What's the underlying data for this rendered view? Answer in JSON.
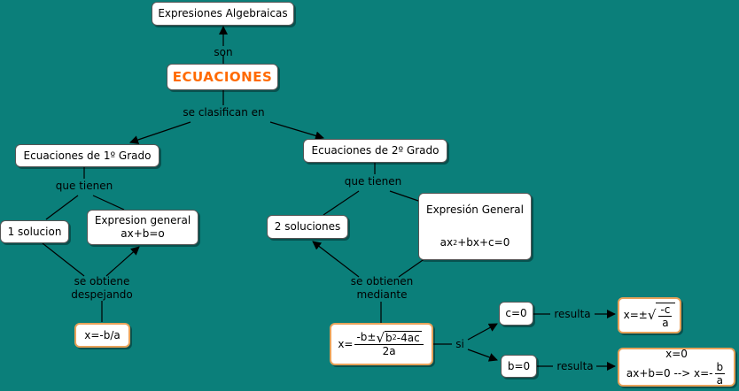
{
  "nodes": {
    "expresiones": "Expresiones Algebraicas",
    "ecuaciones": "ECUACIONES",
    "grado1": "Ecuaciones de 1º Grado",
    "grado2": "Ecuaciones de 2º Grado",
    "una_solucion": "1 solucion",
    "exp_general1_line1": "Expresion general",
    "exp_general1_line2": "ax+b=o",
    "dos_soluciones": "2 soluciones",
    "exp_general2_line1": "Expresión General",
    "exp_general2_line2_a": "ax",
    "exp_general2_line2_sup": "2",
    "exp_general2_line2_b": "+bx+c=0",
    "sol1": "x=-b/a",
    "formula_prefix": "x=",
    "formula_num_a": "-b±",
    "formula_radicand_a": "b",
    "formula_radicand_sup": "2",
    "formula_radicand_b": "-4ac",
    "formula_den": "2a",
    "c0": "c=0",
    "b0": "b=0",
    "res_c_prefix": "x=±",
    "res_c_num": "-c",
    "res_c_den": "a",
    "res_b_line1": "x=0",
    "res_b_line2_prefix": "ax+b=0 --> x=-",
    "res_b_num": "b",
    "res_b_den": "a"
  },
  "links": {
    "son": "son",
    "se_clasifican_en": "se clasifican en",
    "que_tienen_1": "que tienen",
    "que_tienen_2": "que tienen",
    "se_obtiene_line1": "se obtiene",
    "se_obtiene_line2": "despejando",
    "se_obtienen_line1": "se obtienen",
    "se_obtienen_line2": "mediante",
    "si": "si",
    "resulta_1": "resulta",
    "resulta_2": "resulta"
  },
  "colors": {
    "background": "#0b7f7a",
    "title_text": "#ff6a00",
    "highlight_border": "#e8a25a"
  }
}
